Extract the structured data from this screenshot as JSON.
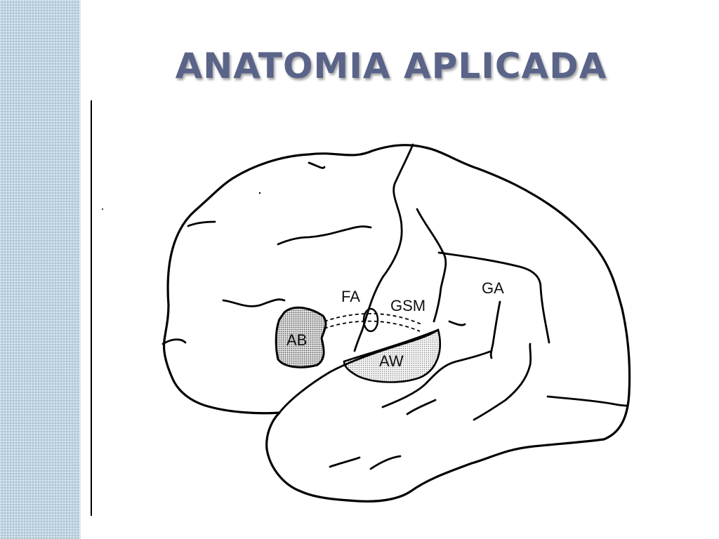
{
  "slide": {
    "title": "ANATOMIA APLICADA"
  },
  "diagram": {
    "labels": {
      "fa": "FA",
      "gsm": "GSM",
      "ga": "GA",
      "ab": "AB",
      "aw": "AW"
    }
  },
  "colors": {
    "title": "#5a6388",
    "side_band": "#bcd2e0",
    "ink": "#000000"
  }
}
